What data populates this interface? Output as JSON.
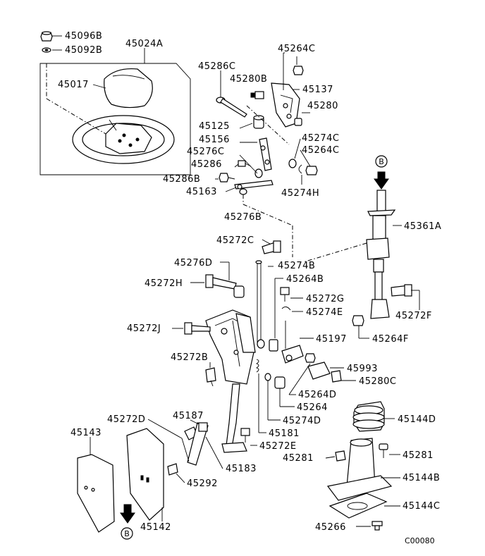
{
  "figure_code": "C00080",
  "circle_letter": "B",
  "parts": {
    "p45096B": "45096B",
    "p45092B": "45092B",
    "p45024A": "45024A",
    "p45017": "45017",
    "p45264C_top": "45264C",
    "p45286C": "45286C",
    "p45280B": "45280B",
    "p45137": "45137",
    "p45280": "45280",
    "p45125": "45125",
    "p45156": "45156",
    "p45274C": "45274C",
    "p45276C": "45276C",
    "p45264C_mid": "45264C",
    "p45286": "45286",
    "p45286B": "45286B",
    "p45274H": "45274H",
    "p45163": "45163",
    "p45276B": "45276B",
    "p45361A": "45361A",
    "p45272C": "45272C",
    "p45274B": "45274B",
    "p45276D": "45276D",
    "p45264B": "45264B",
    "p45272H": "45272H",
    "p45272G": "45272G",
    "p45274E": "45274E",
    "p45272F": "45272F",
    "p45272J": "45272J",
    "p45197": "45197",
    "p45264F": "45264F",
    "p45272B": "45272B",
    "p45993": "45993",
    "p45280C": "45280C",
    "p45264D": "45264D",
    "p45264": "45264",
    "p45187": "45187",
    "p45272D": "45272D",
    "p45144D": "45144D",
    "p45274D": "45274D",
    "p45143": "45143",
    "p45181": "45181",
    "p45272E": "45272E",
    "p45281_r": "45281",
    "p45281_l": "45281",
    "p45183": "45183",
    "p45144B": "45144B",
    "p45292": "45292",
    "p45144C": "45144C",
    "p45142": "45142",
    "p45266": "45266"
  }
}
